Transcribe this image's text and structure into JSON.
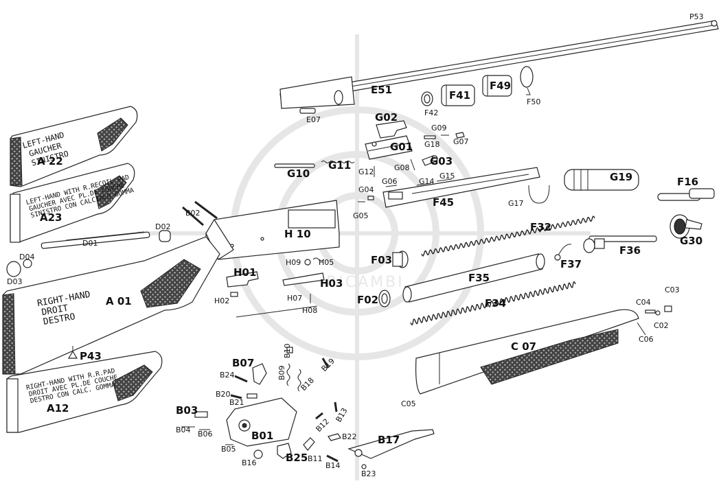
{
  "labels": {
    "P53": "P53",
    "E51": "E51",
    "E07": "E07",
    "F41": "F41",
    "F42": "F42",
    "F49": "F49",
    "F50": "F50",
    "G02": "G02",
    "G01": "G01",
    "G09": "G09",
    "G18": "G18",
    "G07": "G07",
    "G03": "G03",
    "G08": "G08",
    "G12": "G12",
    "G10": "G10",
    "G11": "G11",
    "G04": "G04",
    "G05": "G05",
    "G06": "G06",
    "G14": "G14",
    "G15": "G15",
    "F45": "F45",
    "G17": "G17",
    "G19": "G19",
    "F16": "F16",
    "G30": "G30",
    "F32": "F32",
    "F36": "F36",
    "F37": "F37",
    "F03": "F03",
    "F35": "F35",
    "F02": "F02",
    "F34": "F34",
    "C07": "C 07",
    "C03": "C03",
    "C04": "C04",
    "C02": "C02",
    "C06": "C06",
    "C05": "C05",
    "A22": "A 22",
    "A23": "A23",
    "A01": "A 01",
    "A12": "A12",
    "B02": "B02",
    "D02": "D02",
    "D01": "D01",
    "D04": "D04",
    "D03": "D03",
    "H10": "H 10",
    "H09": "H09",
    "H05": "H05",
    "H01": "H01",
    "H03": "H03",
    "H02": "H02",
    "H07": "H07",
    "H08": "H08",
    "P43": "P43",
    "B07": "B07",
    "B10": "B10",
    "B24": "B24",
    "B09": "B09",
    "B19": "B19",
    "B18": "B18",
    "B20": "B20",
    "B21": "B21",
    "B03": "B03",
    "B04": "B04",
    "B06": "B06",
    "B01": "B01",
    "B05": "B05",
    "B12": "B12",
    "B13": "B13",
    "B22": "B22",
    "B17": "B17",
    "B16": "B16",
    "B25": "B25",
    "B11": "B11",
    "B14": "B14",
    "B23": "B23"
  },
  "stock_texts": {
    "a22": [
      "LEFT-HAND",
      "GAUCHER",
      "SINISTRO"
    ],
    "a23": [
      "LEFT-HAND WITH R.RECOIL PAD",
      "GAUCHER AVEC PL.DE COUCHE",
      "SINISTRO CON CALCIOLO GOMMA"
    ],
    "a01": [
      "RIGHT-HAND",
      "DROIT",
      "DESTRO"
    ],
    "a12": [
      "RIGHT-HAND WITH R.R.PAD",
      "DROIT AVEC PL.DE COUCHE",
      "DESTRO CON CALC. GOMMA"
    ]
  },
  "watermark": {
    "brand": "RICAMBI"
  }
}
